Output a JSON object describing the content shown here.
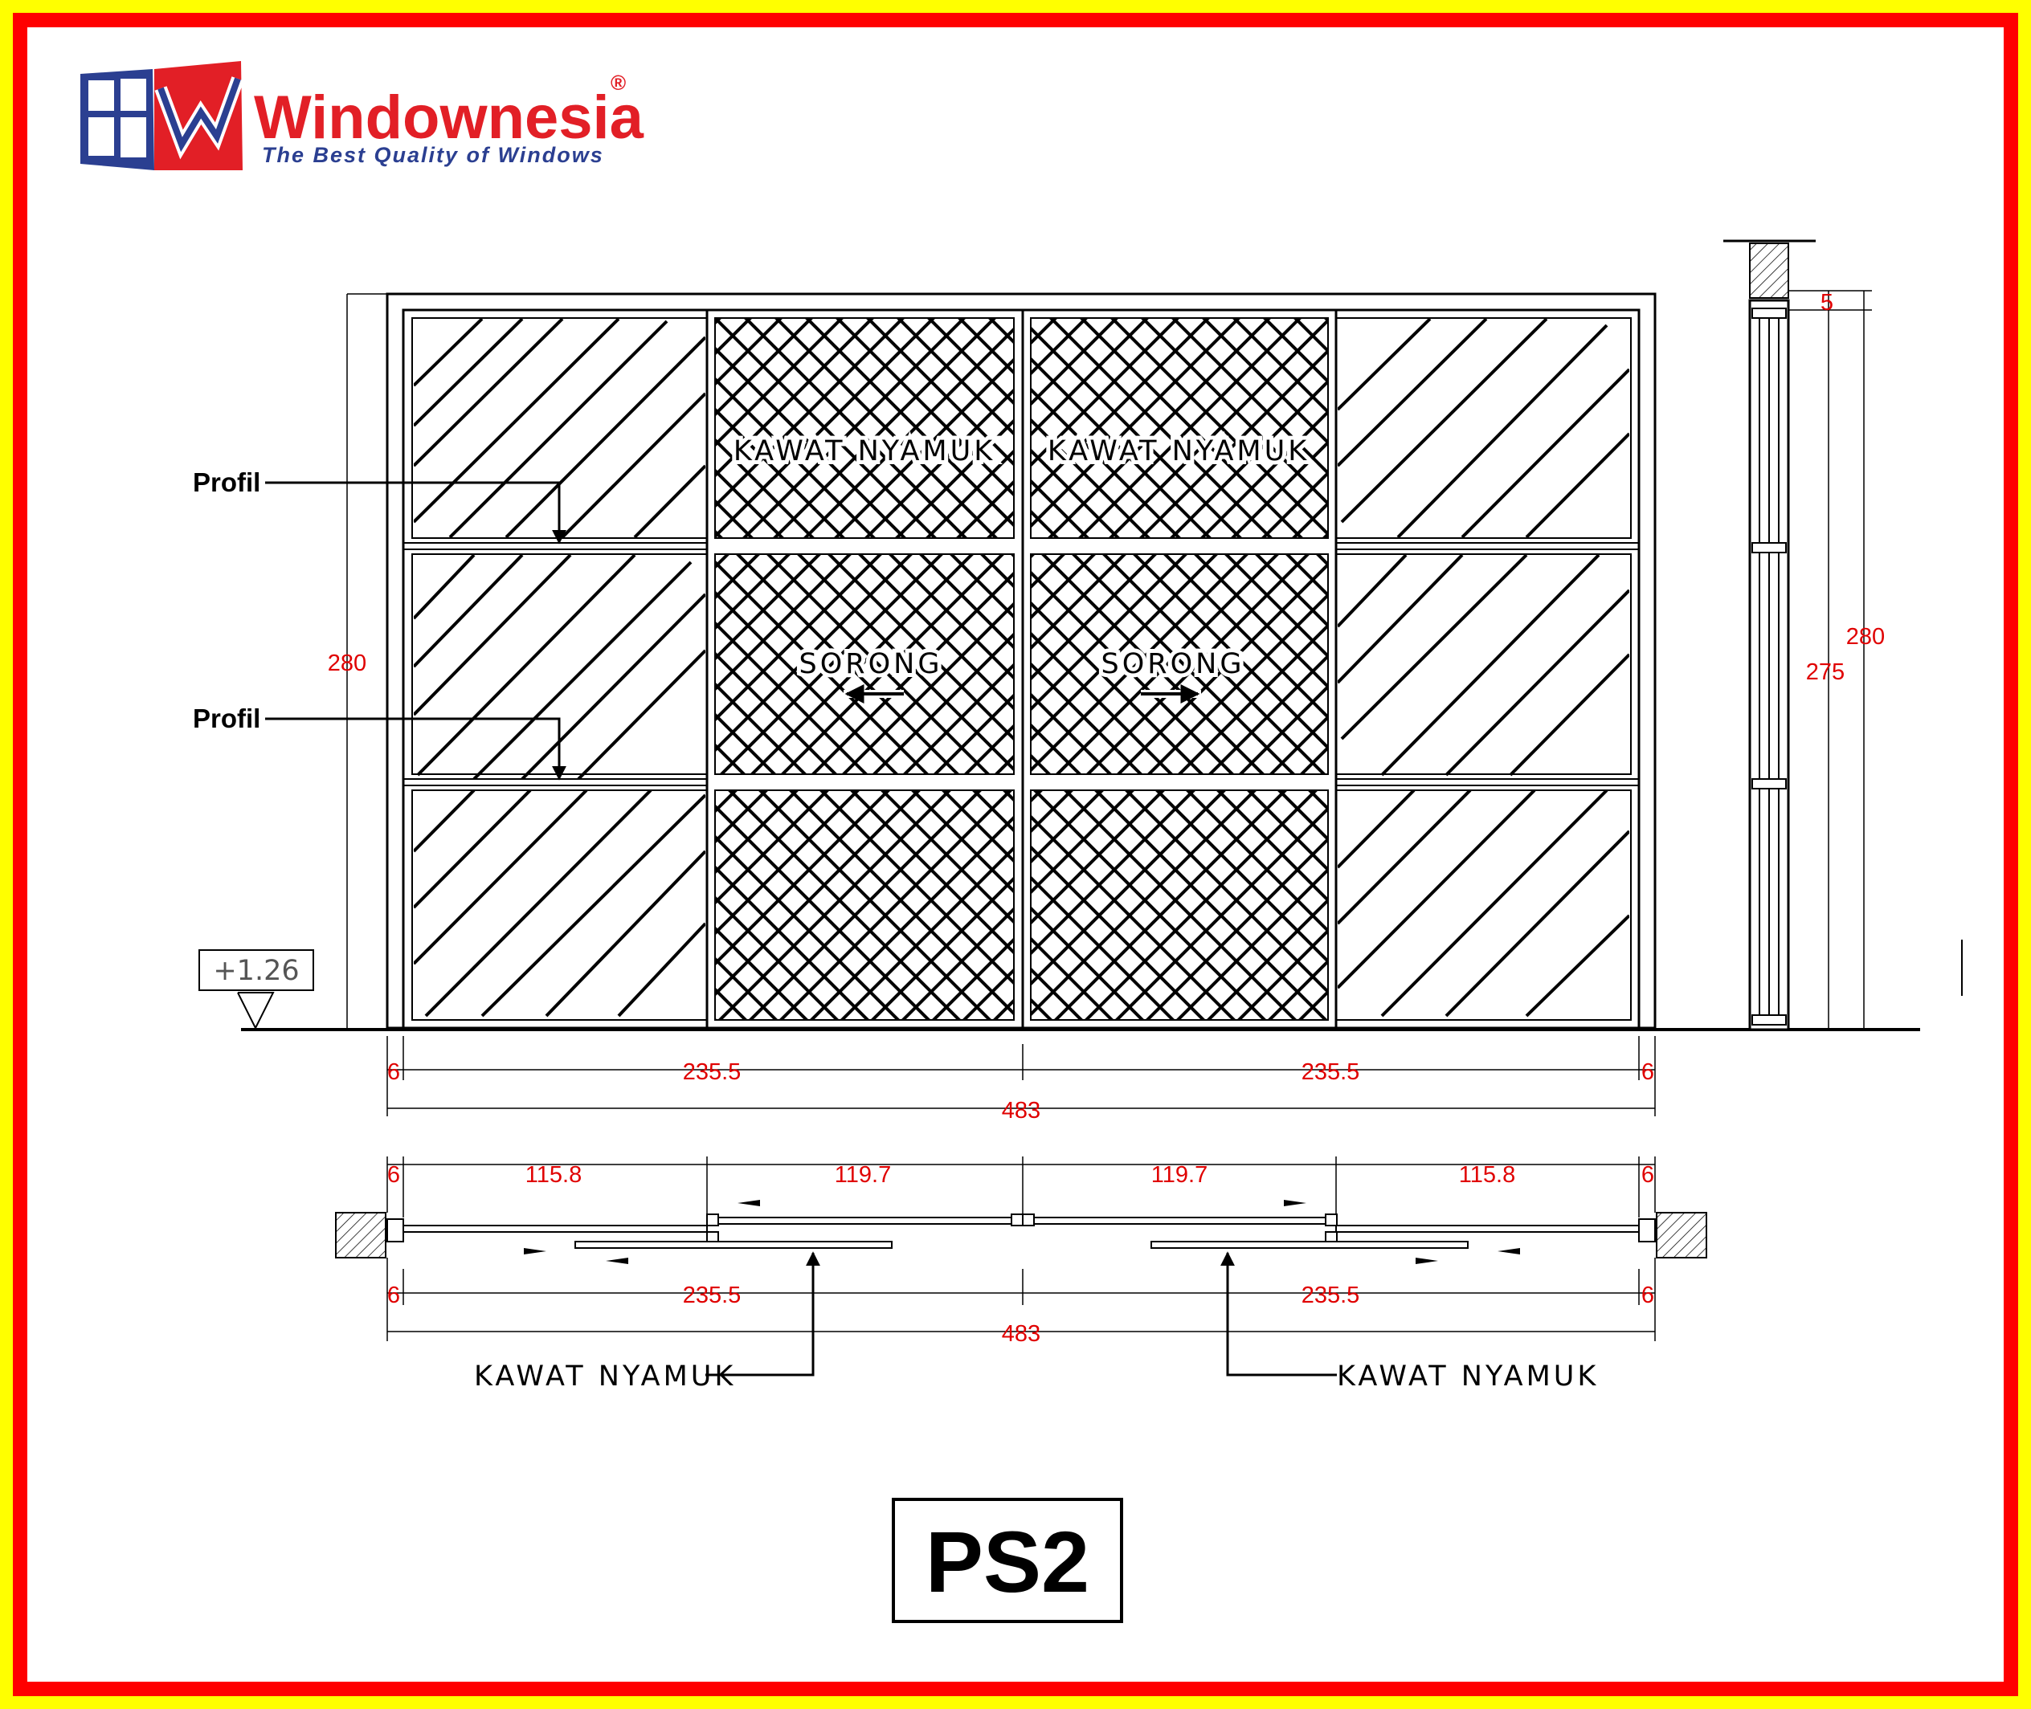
{
  "logo": {
    "name": "Windownesia",
    "registered": "®",
    "tagline": "The Best Quality of Windows",
    "colors": {
      "blue": "#2b3f91",
      "red": "#e21f26"
    }
  },
  "elevation": {
    "panel_labels": {
      "screen_left": "KAWAT  NYAMUK",
      "screen_right": "KAWAT  NYAMUK",
      "slide_left": "SORONG",
      "slide_right": "SORONG"
    },
    "callouts": {
      "profil_top": "Profil",
      "profil_bottom": "Profil"
    },
    "level_mark": "+1.26",
    "height_left": "280",
    "widths": {
      "end_left": "6",
      "half_left": "235.5",
      "half_right": "235.5",
      "end_right": "6",
      "total": "483"
    }
  },
  "side_section": {
    "top_gap": "5",
    "outer_height": "280",
    "inner_height": "275"
  },
  "plan": {
    "top_dims": {
      "end_left": "6",
      "pane_left": "115.8",
      "screen_left": "119.7",
      "screen_right": "119.7",
      "pane_right": "115.8",
      "end_right": "6"
    },
    "bottom_dims": {
      "end_left": "6",
      "half_left": "235.5",
      "half_right": "235.5",
      "end_right": "6",
      "total": "483"
    },
    "callouts": {
      "screen_left": "KAWAT  NYAMUK",
      "screen_right": "KAWAT  NYAMUK"
    }
  },
  "model_code": "PS2",
  "colors": {
    "border_outer": "#ffff00",
    "border_red": "#ff0000",
    "dimension": "#e00000",
    "line": "#000000"
  }
}
